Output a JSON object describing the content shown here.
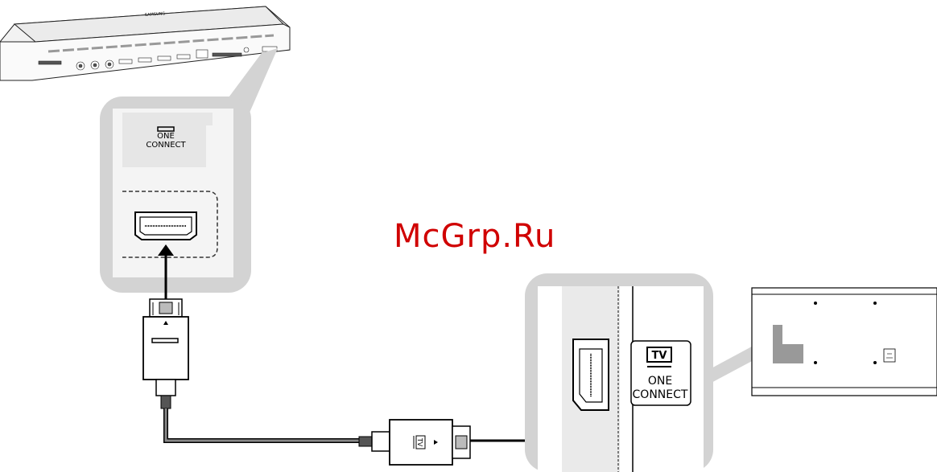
{
  "one_connect_box": {
    "brand": "SAMSUNG",
    "port_label_line1": "ONE",
    "port_label_line2": "CONNECT"
  },
  "cable": {
    "tv_plug_label": "TV"
  },
  "tv_panel": {
    "badge": "TV",
    "label_line1": "ONE",
    "label_line2": "CONNECT"
  },
  "watermark": "McGrp.Ru"
}
